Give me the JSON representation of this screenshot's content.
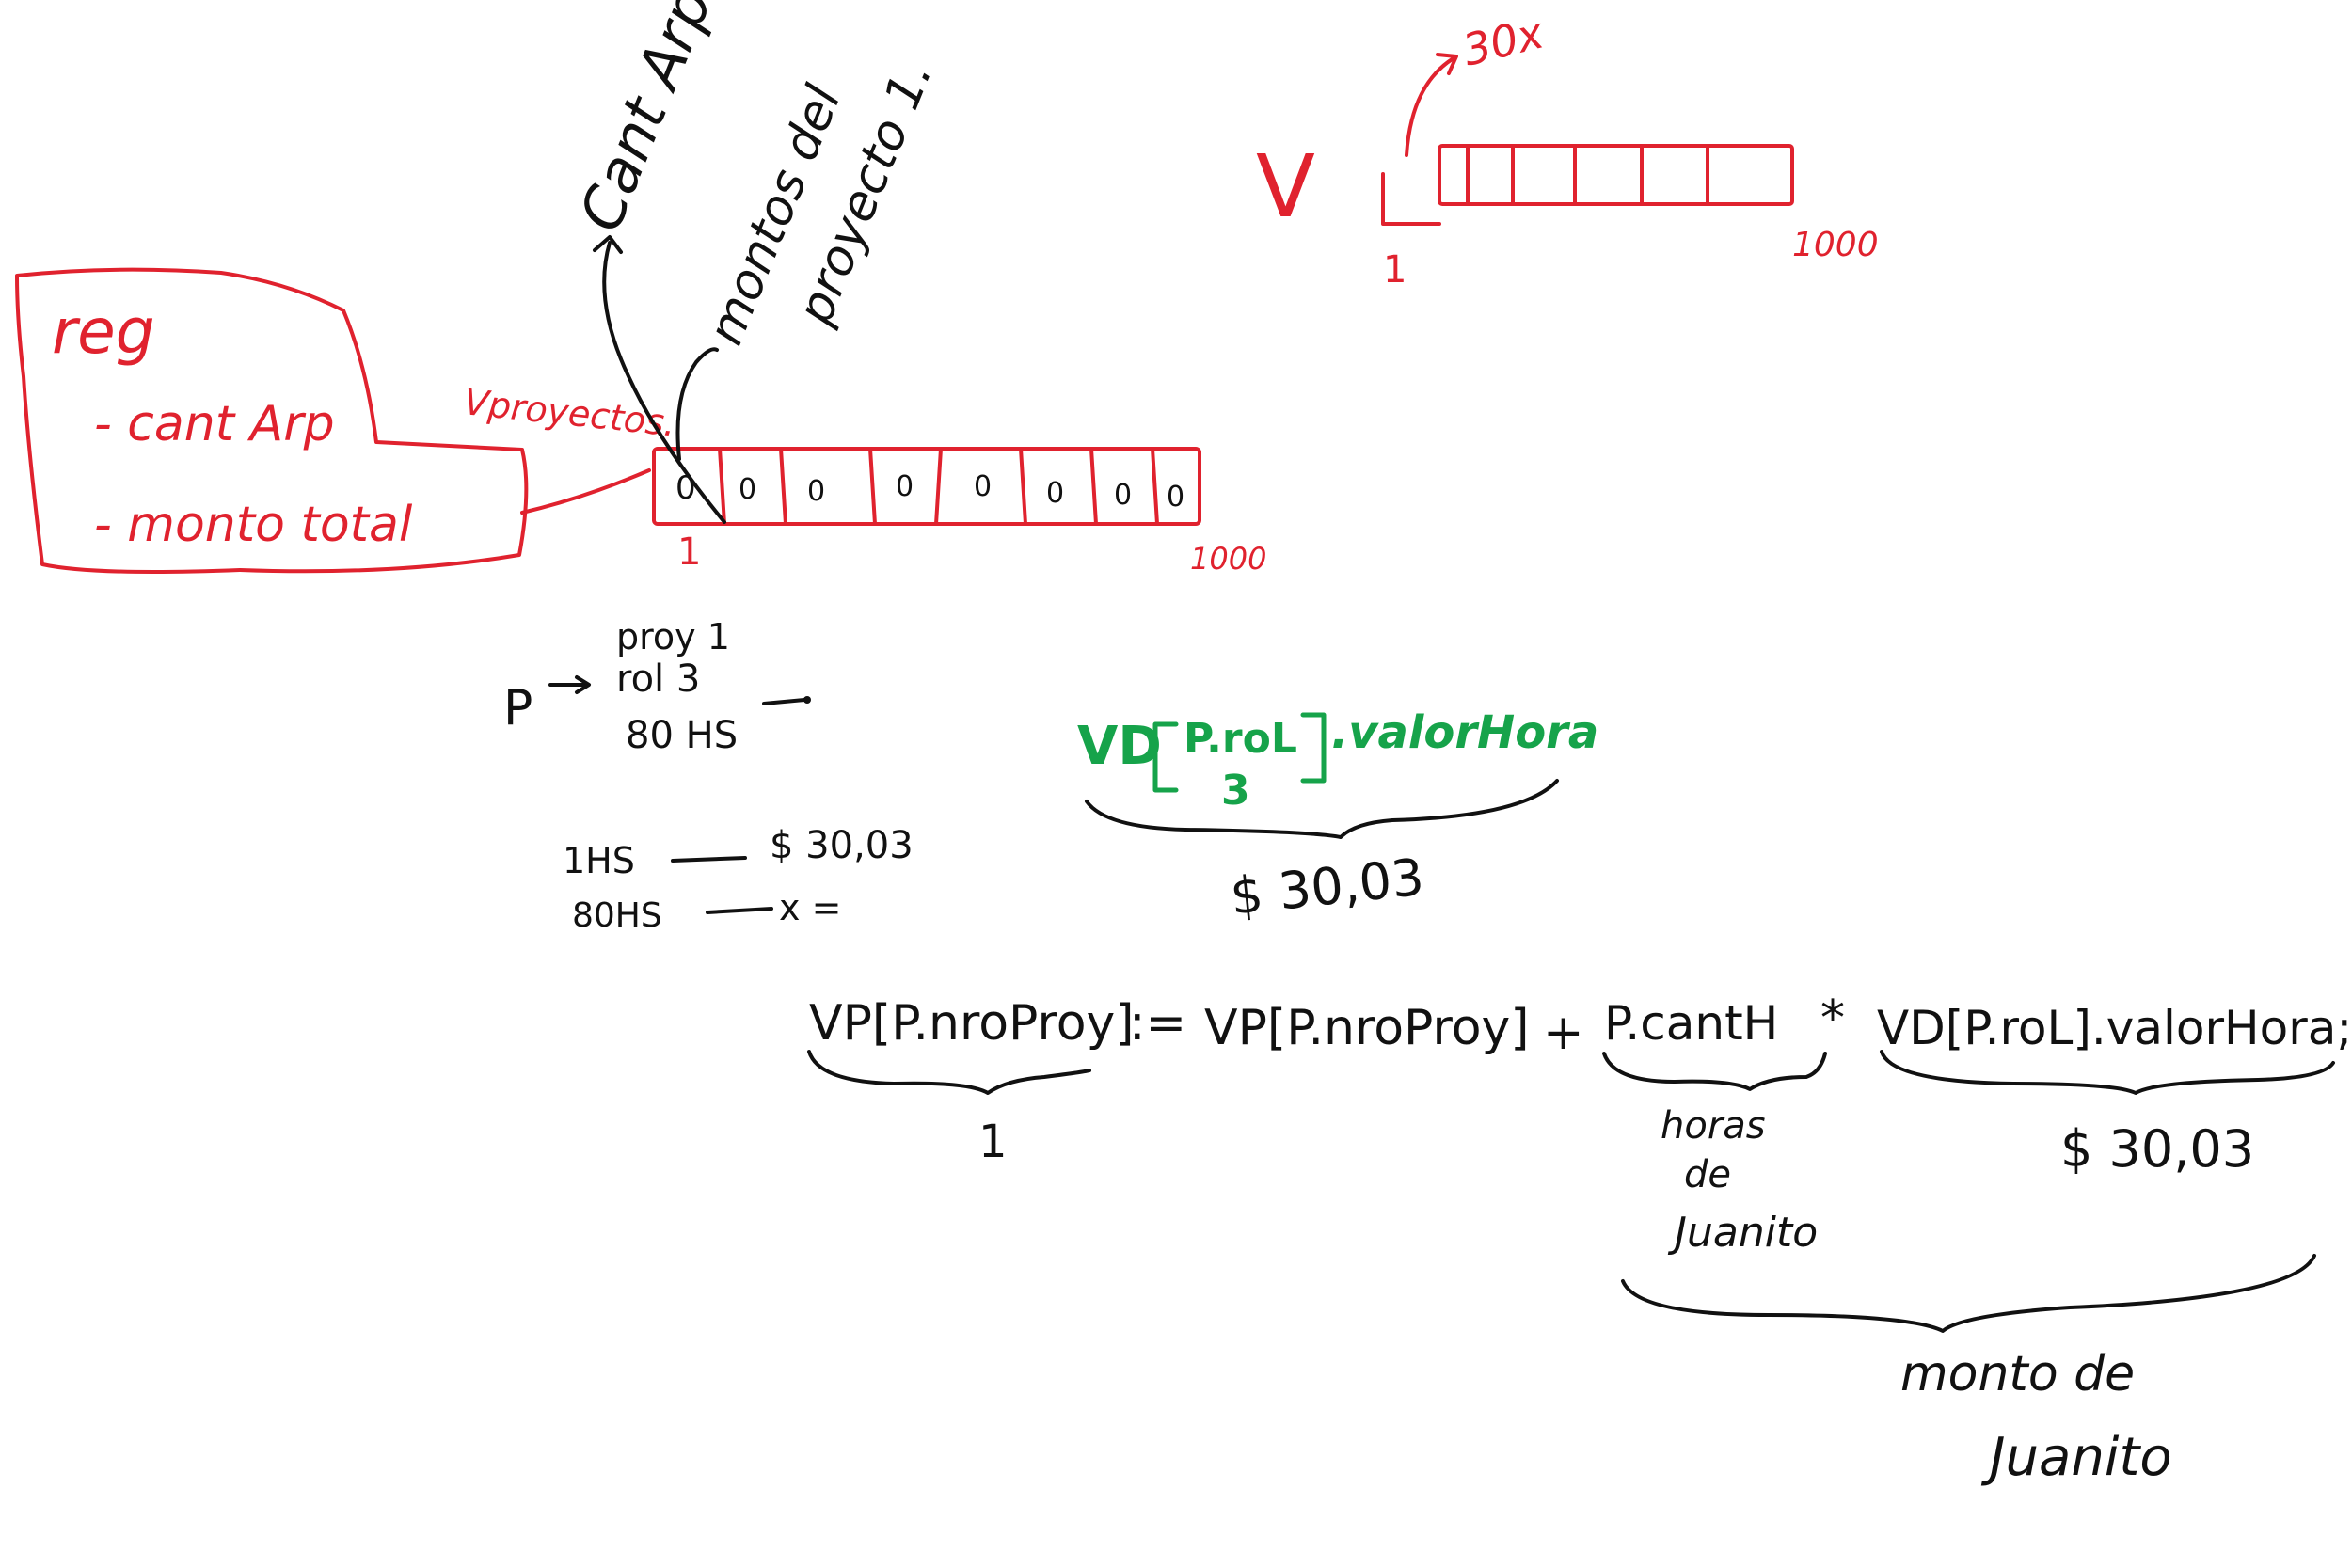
{
  "colors": {
    "red": "#e0222e",
    "black": "#111111",
    "green": "#16a34a",
    "background": "#ffffff"
  },
  "red_box": {
    "title": "reg",
    "field1": "- cant Arp",
    "field2": "- monto total"
  },
  "vproyectos": {
    "label": "Vproyectos.",
    "cells": [
      "0",
      "0",
      "0",
      "0",
      "0",
      "0",
      "0",
      "0"
    ],
    "start_index": "1",
    "end_index": "1000"
  },
  "arrow_labels": {
    "cant_arp": "Cant Arp.",
    "montos_line1": "montos del",
    "montos_line2": "proyecto 1."
  },
  "v_array": {
    "label": "V",
    "start_index": "1",
    "end_index": "1000",
    "annotation": "30x"
  },
  "p_record": {
    "label": "P",
    "line1": "proy 1",
    "line2": "rol 3",
    "line3": "80 HS"
  },
  "rule_of_three": {
    "row1_left": "1HS",
    "row1_right": "$ 30,03",
    "row2_left": "80HS",
    "row2_right": "x ="
  },
  "green_expr": {
    "vd": "VD",
    "inner_top": "P.roL",
    "inner_bottom": "3",
    "suffix": ".valorHora",
    "value": "$ 30,03"
  },
  "formula": {
    "lhs": "VP[P.nroProy]",
    "op_assign": ":=",
    "rhs1": "VP[P.nroProy]",
    "op_plus": "+",
    "term2": "P.cantH",
    "op_mul": "*",
    "term3": "VD[P.roL].valorHora;"
  },
  "annotations": {
    "lhs_value": "1",
    "horas_line1": "horas",
    "horas_line2": "de",
    "horas_line3": "Juanito",
    "term3_value": "$ 30,03",
    "monto_line1": "monto de",
    "monto_line2": "Juanito"
  }
}
